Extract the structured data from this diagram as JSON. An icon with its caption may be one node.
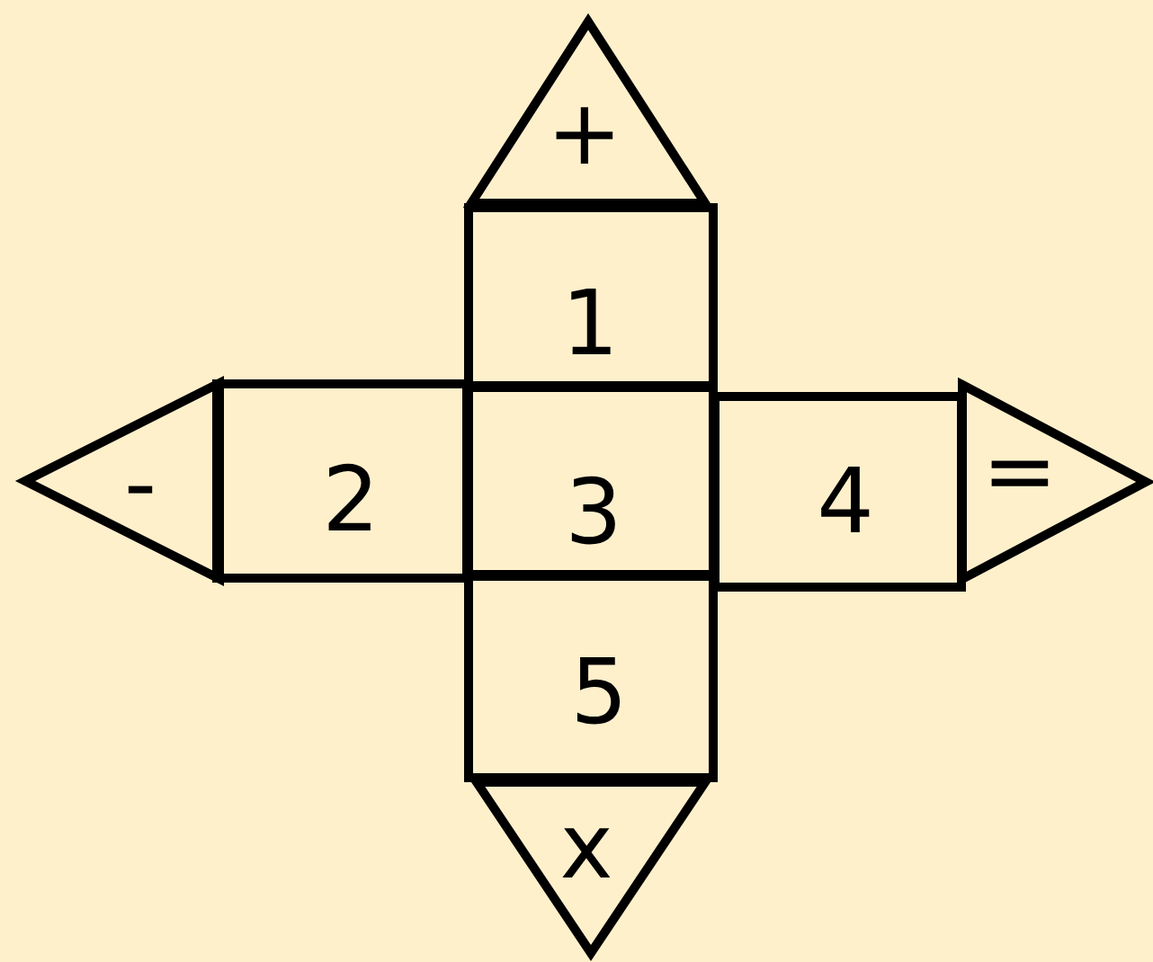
{
  "diagram": {
    "nodes": [
      {
        "text": [
          "+"
        ]
      },
      {
        "text": [
          "1"
        ]
      },
      {
        "text": [
          "-"
        ]
      },
      {
        "text": [
          "2"
        ]
      },
      {
        "text": [
          "3"
        ]
      },
      {
        "text": [
          "4"
        ]
      },
      {
        "text": [
          "="
        ]
      },
      {
        "text": [
          "5"
        ]
      },
      {
        "text": [
          "x"
        ]
      }
    ]
  }
}
